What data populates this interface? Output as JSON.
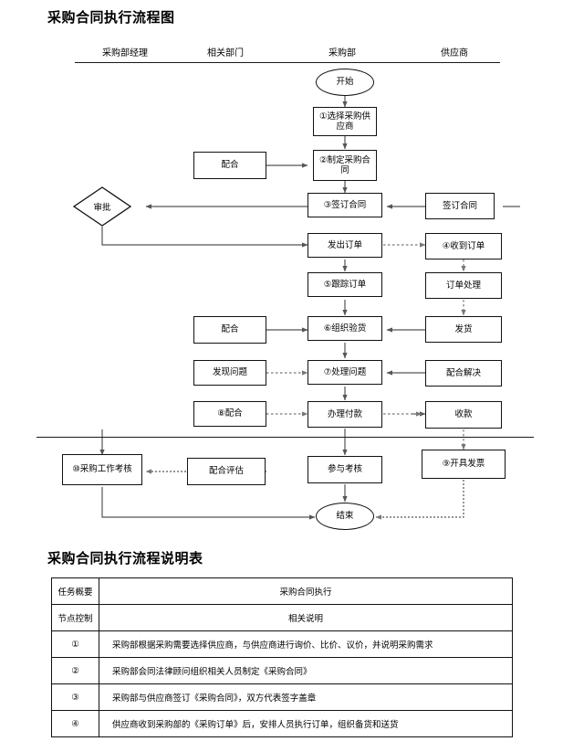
{
  "titles": {
    "flowchart": "采购合同执行流程图",
    "table": "采购合同执行流程说明表"
  },
  "lanes": [
    {
      "label": "采购部经理"
    },
    {
      "label": "相关部门"
    },
    {
      "label": "采购部"
    },
    {
      "label": "供应商"
    }
  ],
  "nodes": {
    "start": "开始",
    "select_supplier": "①选择采购供应商",
    "cooperate_1": "配合",
    "make_contract": "②制定采购合同",
    "approval": "审批",
    "sign_contract_center": "③签订合同",
    "sign_contract_right": "签订合同",
    "send_order": "发出订单",
    "receive_order": "④收到订单",
    "track_order": "⑤跟踪订单",
    "order_process": "订单处理",
    "cooperate_2": "配合",
    "organize_inspection": "⑥组织验货",
    "ship_goods": "发货",
    "find_problem": "发现问题",
    "handle_problem": "⑦处理问题",
    "cooperate_solve": "配合解决",
    "cooperate_3": "⑧配合",
    "handle_payment": "办理付款",
    "receive_payment": "收款",
    "purchase_review": "⑩采购工作考核",
    "cooperate_eval": "配合评估",
    "join_review": "参与考核",
    "issue_invoice": "⑨开具发票",
    "end": "结束"
  },
  "table": {
    "rows": [
      {
        "key": "任务概要",
        "value": "采购合同执行",
        "align": "center"
      },
      {
        "key": "节点控制",
        "value": "相关说明",
        "align": "center"
      },
      {
        "key": "①",
        "value": "采购部根据采购需要选择供应商，与供应商进行询价、比价、议价，并说明采购需求",
        "align": "left"
      },
      {
        "key": "②",
        "value": "采购部会同法律顾问组织相关人员制定《采购合同》",
        "align": "left"
      },
      {
        "key": "③",
        "value": "采购部与供应商签订《采购合同》，双方代表签字盖章",
        "align": "left"
      },
      {
        "key": "④",
        "value": "供应商收到采购部的《采购订单》后，安排人员执行订单，组织备货和送货",
        "align": "left"
      }
    ]
  },
  "colors": {
    "line": "#555555",
    "border": "#111111",
    "background": "#ffffff"
  }
}
